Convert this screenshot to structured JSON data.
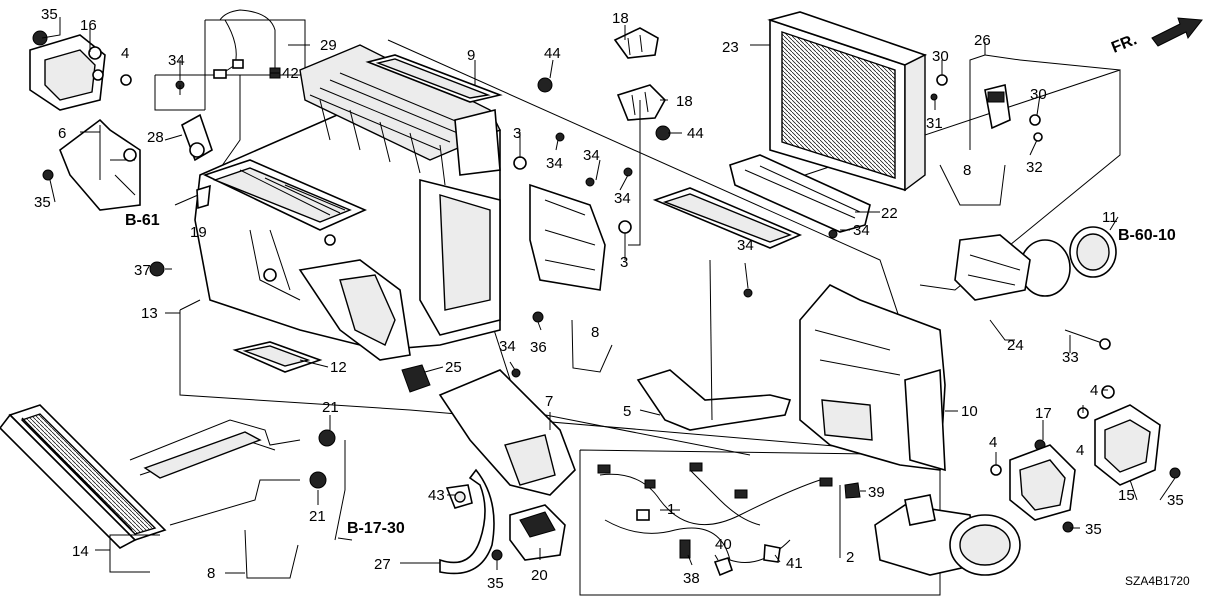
{
  "labels": {
    "l35a": "35",
    "l16": "16",
    "l4a": "4",
    "l29": "29",
    "l42": "42",
    "l34a": "34",
    "l9": "9",
    "l44a": "44",
    "l18a": "18",
    "l18b": "18",
    "l23": "23",
    "l26": "26",
    "l30a": "30",
    "l30b": "30",
    "l31": "31",
    "l32": "32",
    "l6": "6",
    "l28": "28",
    "l35b": "35",
    "l19": "19",
    "l3a": "3",
    "l34b": "34",
    "l34c": "34",
    "l34d": "34",
    "l44b": "44",
    "l8a": "8",
    "l22": "22",
    "l11": "11",
    "l37": "37",
    "l13": "13",
    "l3b": "3",
    "l34e": "34",
    "l34f": "34",
    "l36": "36",
    "l8b": "8",
    "l33": "33",
    "l24": "24",
    "l12": "12",
    "l34g": "34",
    "l25": "25",
    "l5": "5",
    "l10": "10",
    "l4b": "4",
    "l4c": "4",
    "l4d": "4",
    "l17": "17",
    "l21a": "21",
    "l7": "7",
    "l1": "1",
    "l39": "39",
    "l21b": "21",
    "l14": "14",
    "l43": "43",
    "l15": "15",
    "l35c": "35",
    "l35d": "35",
    "l40": "40",
    "l41": "41",
    "l27": "27",
    "l20": "20",
    "l2": "2",
    "l38": "38",
    "l8c": "8",
    "l35e": "35"
  },
  "refs": {
    "b61": "B-61",
    "b6010": "B-60-10",
    "b1730": "B-17-30"
  },
  "direction": "FR.",
  "diagram_code": "SZA4B1720"
}
